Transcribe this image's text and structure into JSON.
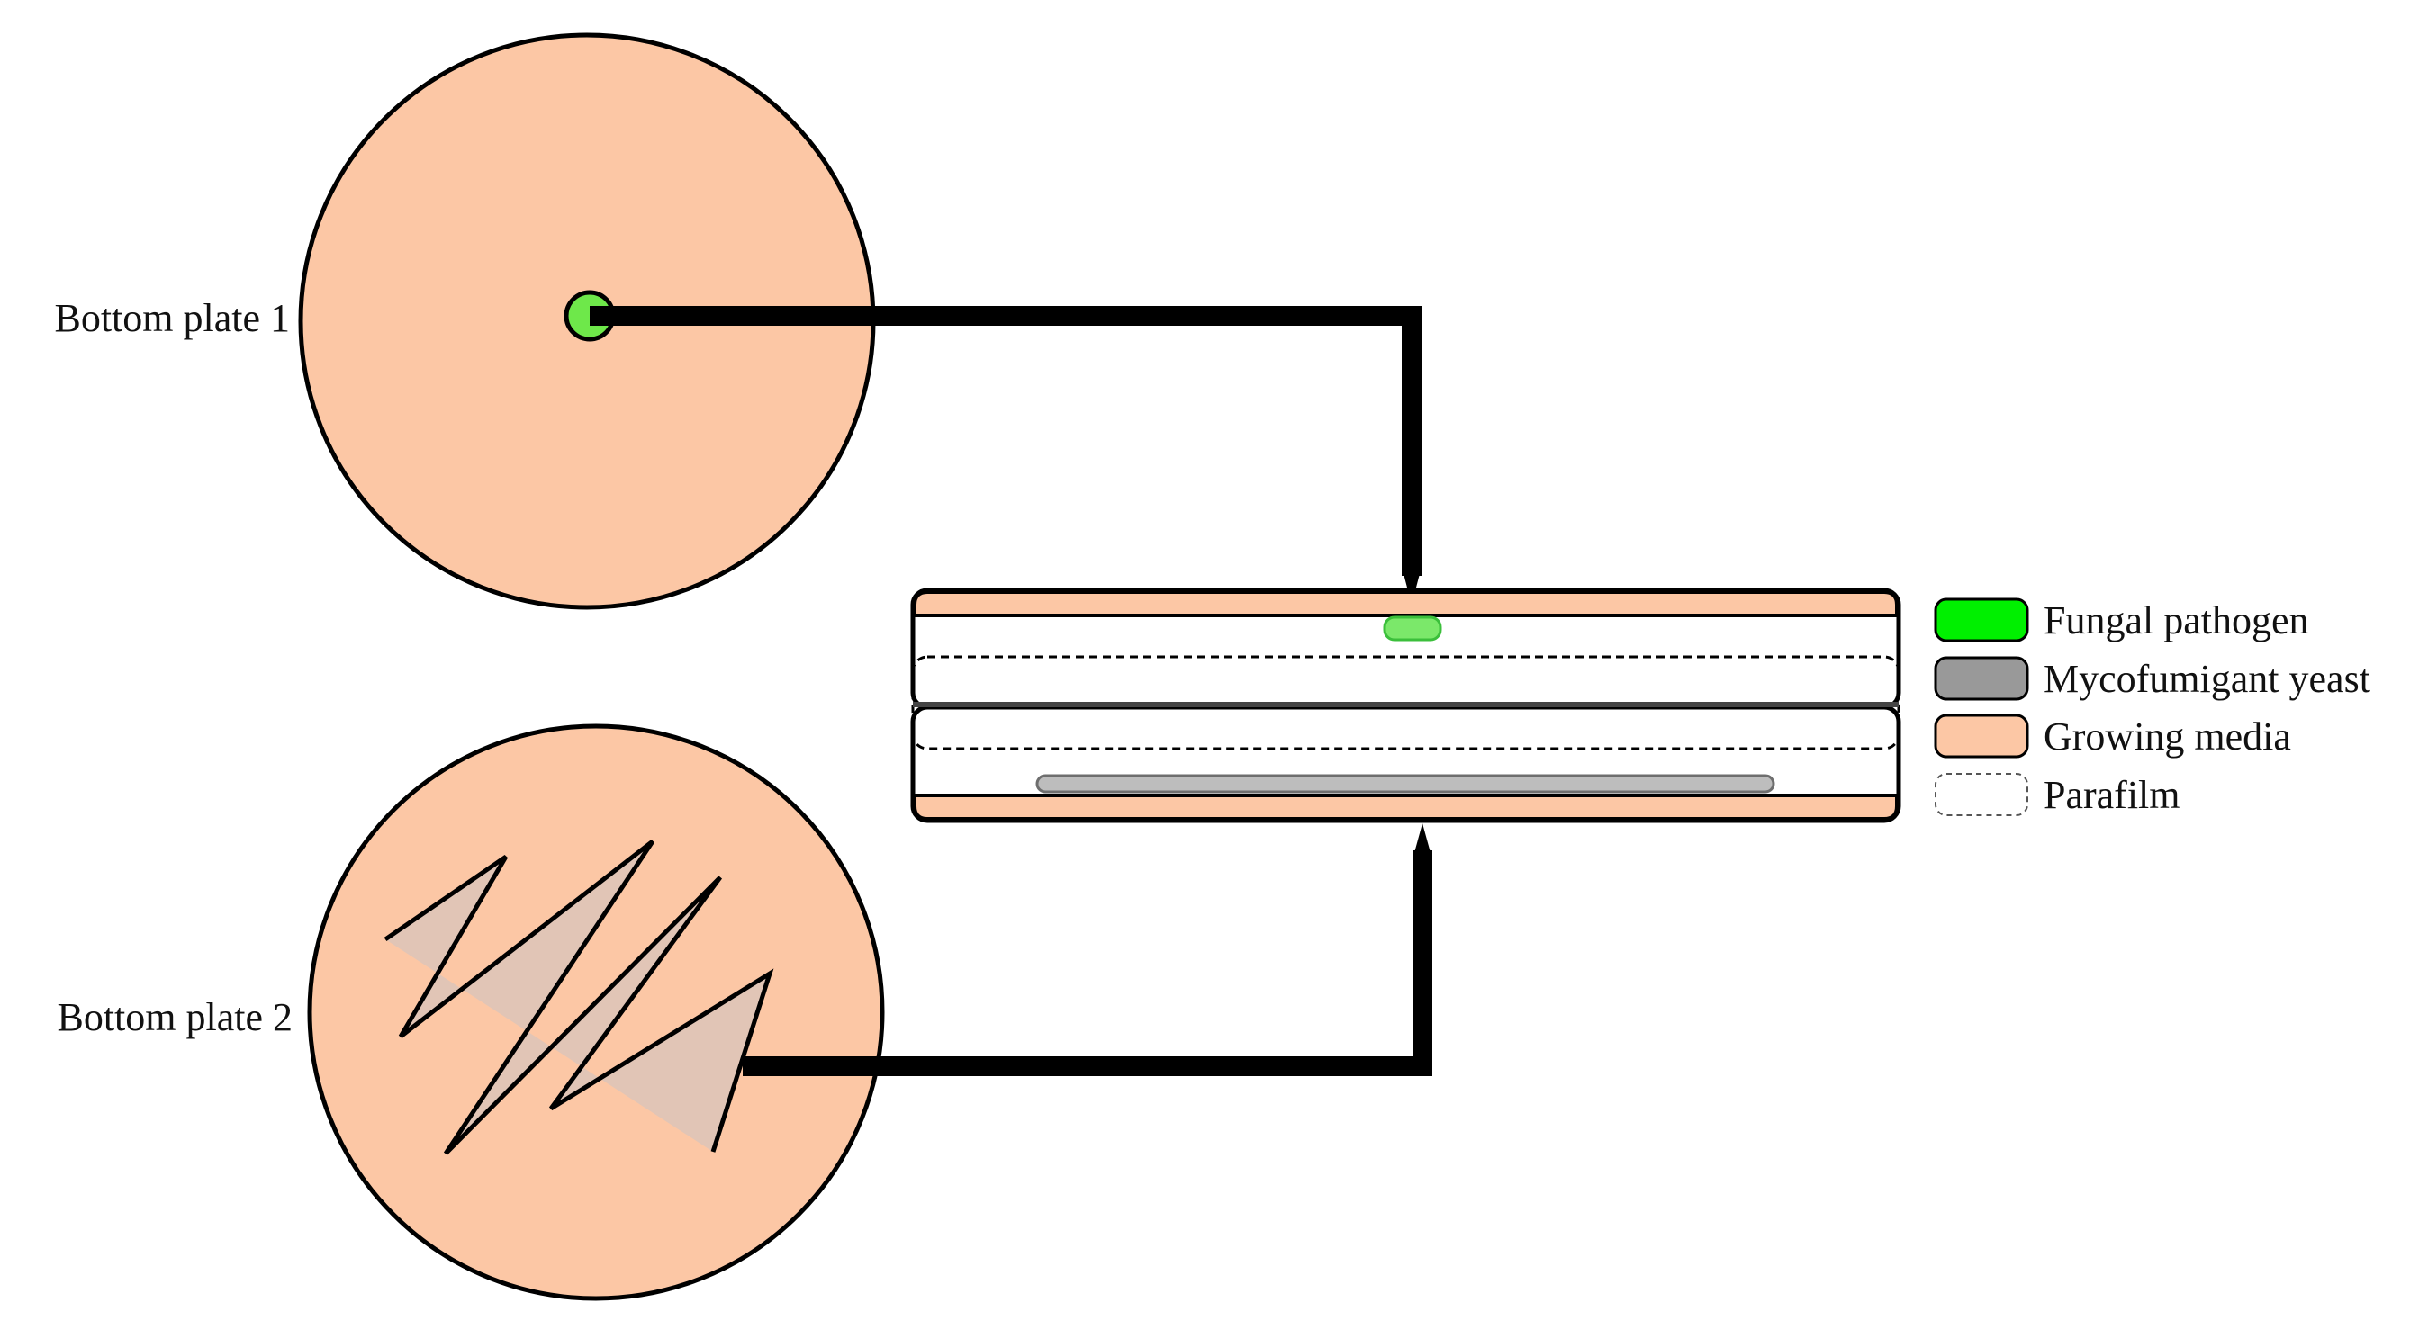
{
  "plates": [
    {
      "label": "Bottom plate 1"
    },
    {
      "label": "Bottom plate 2"
    }
  ],
  "legend": [
    {
      "label": "Fungal pathogen",
      "swatch": "#00f000",
      "dashed": false
    },
    {
      "label": "Mycofumigant yeast",
      "swatch": "#999999",
      "dashed": false
    },
    {
      "label": "Growing media",
      "swatch": "#fcc7a5",
      "dashed": false
    },
    {
      "label": "Parafilm",
      "swatch": "#ffffff",
      "dashed": true
    }
  ],
  "colors": {
    "media": "#fcc7a5",
    "pathogen_dot": "#6ee84a",
    "pathogen_in_plate": "#7be86a",
    "yeast": "#bdbdbd",
    "streak": "#e1c5b6",
    "connector": "#000000"
  }
}
